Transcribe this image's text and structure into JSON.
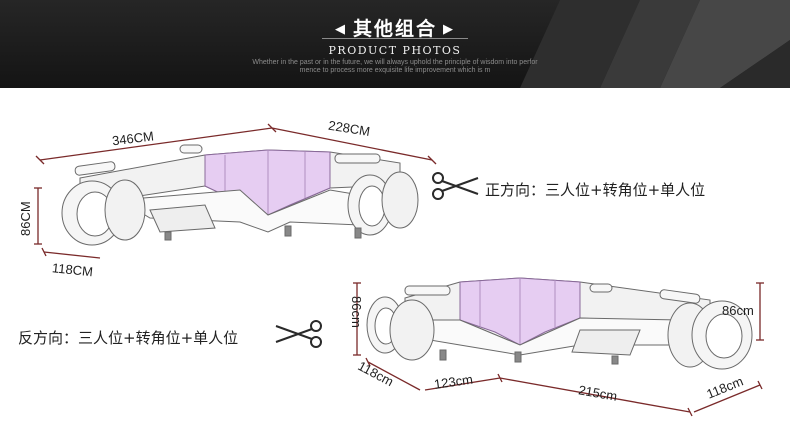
{
  "banner": {
    "title": "其他组合",
    "left_arrow": "◀",
    "right_arrow": "▶",
    "subtitle": "PRODUCT PHOTOS",
    "tagline": "Whether in the past or in the future, we will always uphold the principle of wisdom into perfor mence to process more exquisite life improvement which is m"
  },
  "top_config": {
    "dim_left_length": "346CM",
    "dim_right_length": "228CM",
    "dim_height": "86CM",
    "dim_depth": "118CM",
    "caption": "正方向：三人位+转角位+单人位",
    "scissors_icon": "scissors-icon"
  },
  "bottom_config": {
    "dim_height_left": "86cm",
    "dim_height_right": "86cm",
    "dim_depth_left": "118cm",
    "dim_corner": "123cm",
    "dim_length": "215cm",
    "dim_depth_right": "118cm",
    "caption": "反方向：三人位+转角位+单人位",
    "scissors_icon": "scissors-icon"
  },
  "colors": {
    "dimension_line": "#7a2a2a",
    "highlight": "#d9b3ea",
    "banner_bg": "#1c1c1c"
  }
}
